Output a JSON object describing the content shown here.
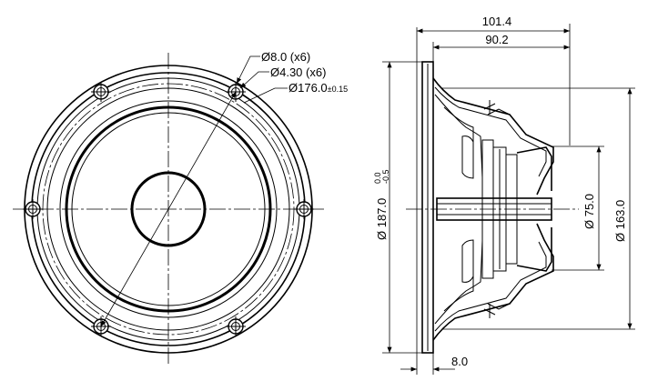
{
  "front_view": {
    "callouts": {
      "bolt_hole": "Ø8.0 (x6)",
      "inner_hole": "Ø4.30 (x6)",
      "pitch_circle": "Ø176.0",
      "pitch_tolerance": "±0.15"
    }
  },
  "side_view": {
    "dimensions": {
      "overall_depth": "101.4",
      "depth_from_flange": "90.2",
      "flange_thickness": "8.0",
      "outer_diameter": "Ø 187.0",
      "outer_tol_upper": "0.0",
      "outer_tol_lower": "-0.5",
      "cutout_diameter": "Ø 163.0",
      "magnet_diameter": "Ø 75.0"
    }
  }
}
